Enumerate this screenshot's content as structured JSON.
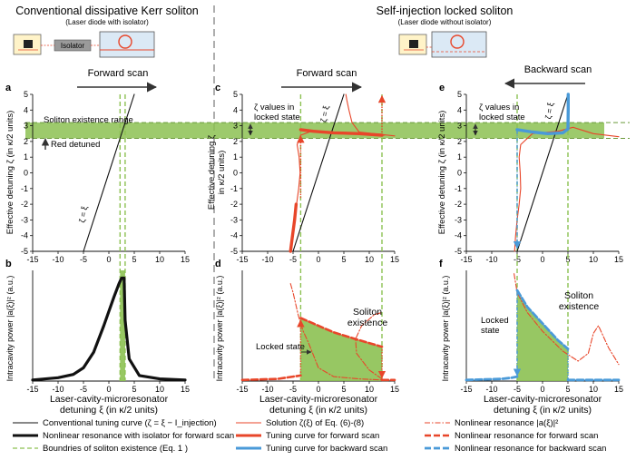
{
  "headers": {
    "left_title": "Conventional dissipative Kerr soliton",
    "left_subtitle": "(Laser diode with isolator)",
    "right_title": "Self-injection locked soliton",
    "right_subtitle": "(Laser diode without isolator)",
    "isolator_label": "Isolator"
  },
  "scan_labels": {
    "a": "Forward scan",
    "c": "Forward scan",
    "e": "Backward scan"
  },
  "panel_labels": [
    "a",
    "b",
    "c",
    "d",
    "e",
    "f"
  ],
  "axes": {
    "top_ylabel_line1": "Effective detuning ζ (in κ/2 units)",
    "top_ylabel_c_line1": "Effective detuning ζ",
    "top_ylabel_c_line2": "in κ/2 units)",
    "bottom_ylabel": "Intracavity power |a(ξ)|² (a.u.)",
    "xlabel_line1": "Laser-cavity-microresonator",
    "xlabel_line2": "detuning  ξ (in κ/2 units)",
    "top_xticks": [
      "-15",
      "-10",
      "-5",
      "0",
      "5",
      "10",
      "15"
    ],
    "top_yticks": [
      "5",
      "4",
      "3",
      "2",
      "1",
      "0",
      "-1",
      "-2",
      "-3",
      "-4",
      "-5"
    ]
  },
  "annotations": {
    "soliton_range": "Soliton existence range",
    "red_detuned": "Red detuned",
    "zeta_eq_xi": "ζ = ξ",
    "zeta_locked_line1": "ζ values in",
    "zeta_locked_line2": "locked state",
    "soliton_line1": "Soliton",
    "soliton_line2": "existence",
    "locked_state": "Locked state",
    "locked_line1": "Locked",
    "locked_line2": "state"
  },
  "legend": [
    {
      "label": "Conventional tuning curve (ζ = ξ − I_injection)",
      "style": "thin-black"
    },
    {
      "label": "Nonlinear resonance with isolator for forward scan",
      "style": "thick-black"
    },
    {
      "label": "Boundries of soliton existence (Eq. 1 )",
      "style": "green-dash"
    },
    {
      "label": "Solution ζ(ξ) of Eq. (6)-(8)",
      "style": "thin-red"
    },
    {
      "label": "Tuning curve for forward scan",
      "style": "thick-red"
    },
    {
      "label": "Tuning curve for backward scan",
      "style": "thick-blue"
    },
    {
      "label": "Nonlinear resonance |a(ξ)|²",
      "style": "red-dashdot"
    },
    {
      "label": "Nonlinear resonance for forward scan",
      "style": "red-dash"
    },
    {
      "label": "Nonlinear resonance for backward scan",
      "style": "blue-dash"
    }
  ],
  "colors": {
    "green": "#8cc152",
    "green_line": "#8cc152",
    "red": "#e8462a",
    "blue": "#4a9ad8",
    "black": "#111111",
    "panel_blue": "#dbe9f5"
  },
  "chart_data": [
    {
      "panel": "a",
      "type": "line",
      "xlim": [
        -15,
        15
      ],
      "ylim": [
        -5,
        5
      ],
      "soliton_band": [
        2.2,
        3.2
      ],
      "boundaries_x": [
        2.2,
        3.2
      ],
      "series": [
        {
          "style": "thin-black",
          "x": [
            -5,
            5
          ],
          "y": [
            -5,
            5
          ]
        }
      ]
    },
    {
      "panel": "b",
      "type": "line",
      "xlim": [
        -15,
        15
      ],
      "ylim": [
        0,
        1
      ],
      "soliton_band": [
        2.2,
        3.2
      ],
      "series": [
        {
          "style": "thick-black",
          "x": [
            -15,
            -10,
            -7,
            -5,
            -3,
            -1,
            0,
            1,
            2,
            2.5,
            3,
            3.2,
            4,
            6,
            10,
            15
          ],
          "y": [
            0.01,
            0.03,
            0.06,
            0.12,
            0.26,
            0.5,
            0.63,
            0.76,
            0.88,
            0.93,
            0.93,
            0.55,
            0.2,
            0.05,
            0.02,
            0.01
          ]
        }
      ]
    },
    {
      "panel": "c",
      "type": "line",
      "xlim": [
        -15,
        15
      ],
      "ylim": [
        -5,
        5
      ],
      "soliton_band": [
        2.2,
        3.2
      ],
      "boundaries_x": [
        -3.5,
        12.5
      ],
      "series": [
        {
          "style": "thin-black",
          "x": [
            -5,
            5
          ],
          "y": [
            -5,
            5
          ]
        },
        {
          "style": "thin-red",
          "x": [
            -5.5,
            -5.1,
            -4.7,
            -4.3,
            -3.9,
            -3.6,
            -3.8,
            -4.2,
            -3.5,
            -1,
            3,
            8,
            13
          ],
          "y": [
            -5,
            -4,
            -3,
            -2,
            -1,
            0,
            1,
            1.8,
            2.4,
            2.7,
            2.55,
            2.45,
            2.4
          ]
        },
        {
          "style": "thin-red",
          "x": [
            15,
            8,
            6.6,
            6,
            5.6,
            5.4
          ],
          "y": [
            2.35,
            2.6,
            3.2,
            4.0,
            4.6,
            5.0
          ]
        },
        {
          "style": "thick-red",
          "x": [
            -5.5,
            -5.1,
            -4.7,
            -4.4
          ],
          "y": [
            -5,
            -4,
            -3,
            -2
          ]
        },
        {
          "style": "thick-red",
          "x": [
            -3.5,
            -1,
            3,
            8,
            12.5
          ],
          "y": [
            2.75,
            2.65,
            2.55,
            2.5,
            2.4
          ]
        }
      ]
    },
    {
      "panel": "d",
      "type": "line",
      "xlim": [
        -15,
        15
      ],
      "ylim": [
        0,
        1
      ],
      "soliton_fill_x": [
        -3.5,
        12.5
      ],
      "series": [
        {
          "style": "red-dashdot",
          "x": [
            -5.5,
            -5,
            -4.5,
            -4,
            -3.5,
            -3,
            -2,
            0,
            3,
            8,
            12.5
          ],
          "y": [
            0.88,
            0.8,
            0.7,
            0.6,
            0.52,
            0.45,
            0.35,
            0.12,
            0.04,
            0.02,
            0.01
          ]
        },
        {
          "style": "red-dashdot",
          "x": [
            12.5,
            10,
            7.5,
            7.3,
            8.5,
            11,
            12.5
          ],
          "y": [
            0.02,
            0.1,
            0.25,
            0.38,
            0.5,
            0.6,
            0.62
          ]
        },
        {
          "style": "red-dash",
          "x": [
            -15,
            -8,
            -5,
            -3.5
          ],
          "y": [
            0.01,
            0.02,
            0.04,
            0.05
          ]
        },
        {
          "style": "red-dash",
          "x": [
            -3.5,
            -1,
            3,
            8,
            12.5
          ],
          "y": [
            0.57,
            0.52,
            0.44,
            0.37,
            0.31
          ]
        },
        {
          "style": "red-dash",
          "x": [
            12.5,
            15
          ],
          "y": [
            0.01,
            0.01
          ]
        }
      ]
    },
    {
      "panel": "e",
      "type": "line",
      "xlim": [
        -15,
        15
      ],
      "ylim": [
        -5,
        5
      ],
      "soliton_band": [
        2.2,
        3.2
      ],
      "boundaries_x": [
        -5,
        5
      ],
      "series": [
        {
          "style": "thin-black",
          "x": [
            -5,
            5
          ],
          "y": [
            -5,
            5
          ]
        },
        {
          "style": "thin-red",
          "x": [
            -5.5,
            -5.3,
            -5,
            -4.6,
            -4.3,
            -4.4,
            -4.6,
            -4.3,
            -2,
            3,
            6,
            10,
            15
          ],
          "y": [
            -5,
            -4,
            -3,
            -2,
            -1,
            0,
            1,
            1.8,
            2.5,
            2.65,
            2.9,
            2.5,
            2.3
          ]
        },
        {
          "style": "thick-blue",
          "x": [
            -5,
            -2,
            1,
            4,
            5,
            5.05,
            5.05
          ],
          "y": [
            2.75,
            2.6,
            2.5,
            2.55,
            2.8,
            4,
            5
          ]
        }
      ]
    },
    {
      "panel": "f",
      "type": "line",
      "xlim": [
        -15,
        15
      ],
      "ylim": [
        0,
        1
      ],
      "soliton_fill_x": [
        -5,
        5
      ],
      "series": [
        {
          "style": "red-dashdot",
          "x": [
            -5.6,
            -5,
            -3,
            0,
            4,
            7,
            9,
            10,
            11,
            13,
            15
          ],
          "y": [
            0.97,
            0.8,
            0.62,
            0.45,
            0.27,
            0.18,
            0.25,
            0.43,
            0.5,
            0.3,
            0.15
          ]
        },
        {
          "style": "blue-dash",
          "x": [
            -15,
            -8,
            -6,
            -5
          ],
          "y": [
            0.01,
            0.02,
            0.03,
            0.04
          ]
        },
        {
          "style": "blue-dash",
          "x": [
            -5,
            -3,
            0,
            3,
            5
          ],
          "y": [
            0.82,
            0.67,
            0.52,
            0.37,
            0.29
          ]
        },
        {
          "style": "blue-dash",
          "x": [
            5,
            8,
            15
          ],
          "y": [
            0.01,
            0.01,
            0.01
          ]
        }
      ]
    }
  ]
}
